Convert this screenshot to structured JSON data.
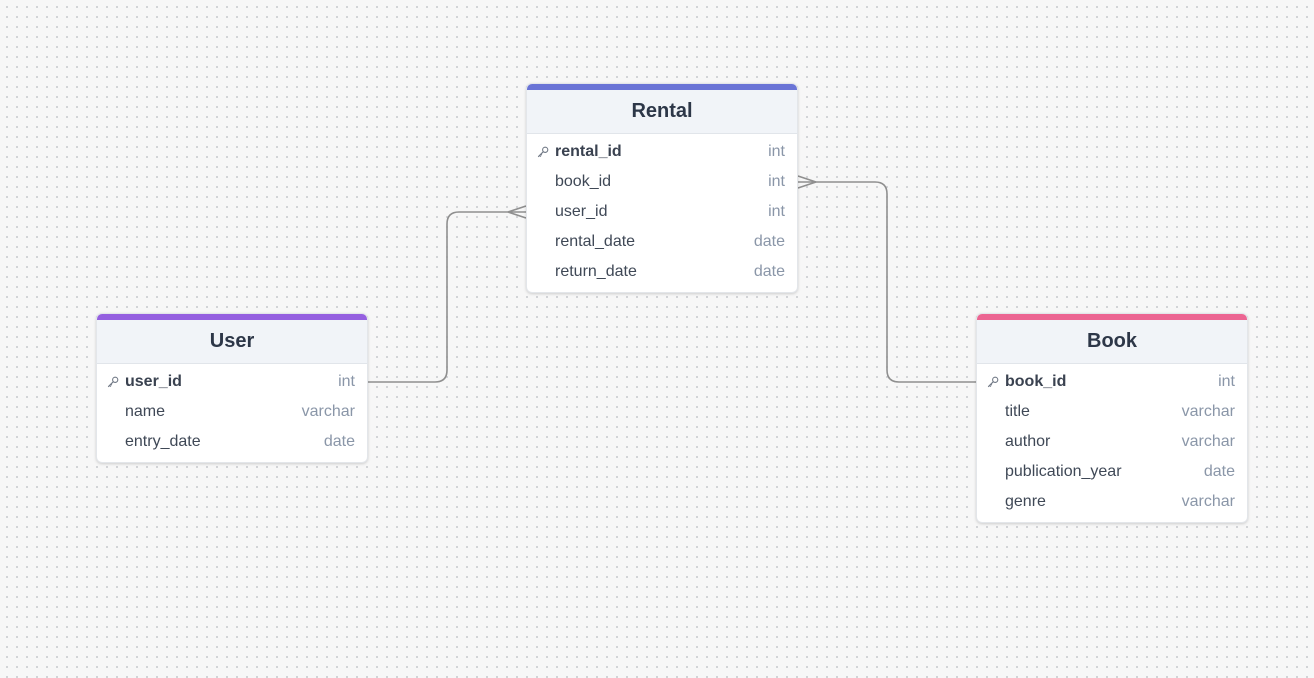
{
  "tables": {
    "rental": {
      "title": "Rental",
      "accent_color": "#6a74d6",
      "columns": [
        {
          "name": "rental_id",
          "type": "int",
          "pk": true
        },
        {
          "name": "book_id",
          "type": "int",
          "pk": false
        },
        {
          "name": "user_id",
          "type": "int",
          "pk": false
        },
        {
          "name": "rental_date",
          "type": "date",
          "pk": false
        },
        {
          "name": "return_date",
          "type": "date",
          "pk": false
        }
      ]
    },
    "user": {
      "title": "User",
      "accent_color": "#9560e0",
      "columns": [
        {
          "name": "user_id",
          "type": "int",
          "pk": true
        },
        {
          "name": "name",
          "type": "varchar",
          "pk": false
        },
        {
          "name": "entry_date",
          "type": "date",
          "pk": false
        }
      ]
    },
    "book": {
      "title": "Book",
      "accent_color": "#ec6592",
      "columns": [
        {
          "name": "book_id",
          "type": "int",
          "pk": true
        },
        {
          "name": "title",
          "type": "varchar",
          "pk": false
        },
        {
          "name": "author",
          "type": "varchar",
          "pk": false
        },
        {
          "name": "publication_year",
          "type": "date",
          "pk": false
        },
        {
          "name": "genre",
          "type": "varchar",
          "pk": false
        }
      ]
    }
  },
  "relationships": [
    {
      "from": "user.user_id",
      "to": "rental.user_id",
      "from_cardinality": "one",
      "to_cardinality": "many"
    },
    {
      "from": "book.book_id",
      "to": "rental.book_id",
      "from_cardinality": "one",
      "to_cardinality": "many"
    }
  ],
  "icons": {
    "primary_key": "key-icon"
  },
  "colors": {
    "edge": "#8f8f8f",
    "key_icon": "#707885"
  }
}
